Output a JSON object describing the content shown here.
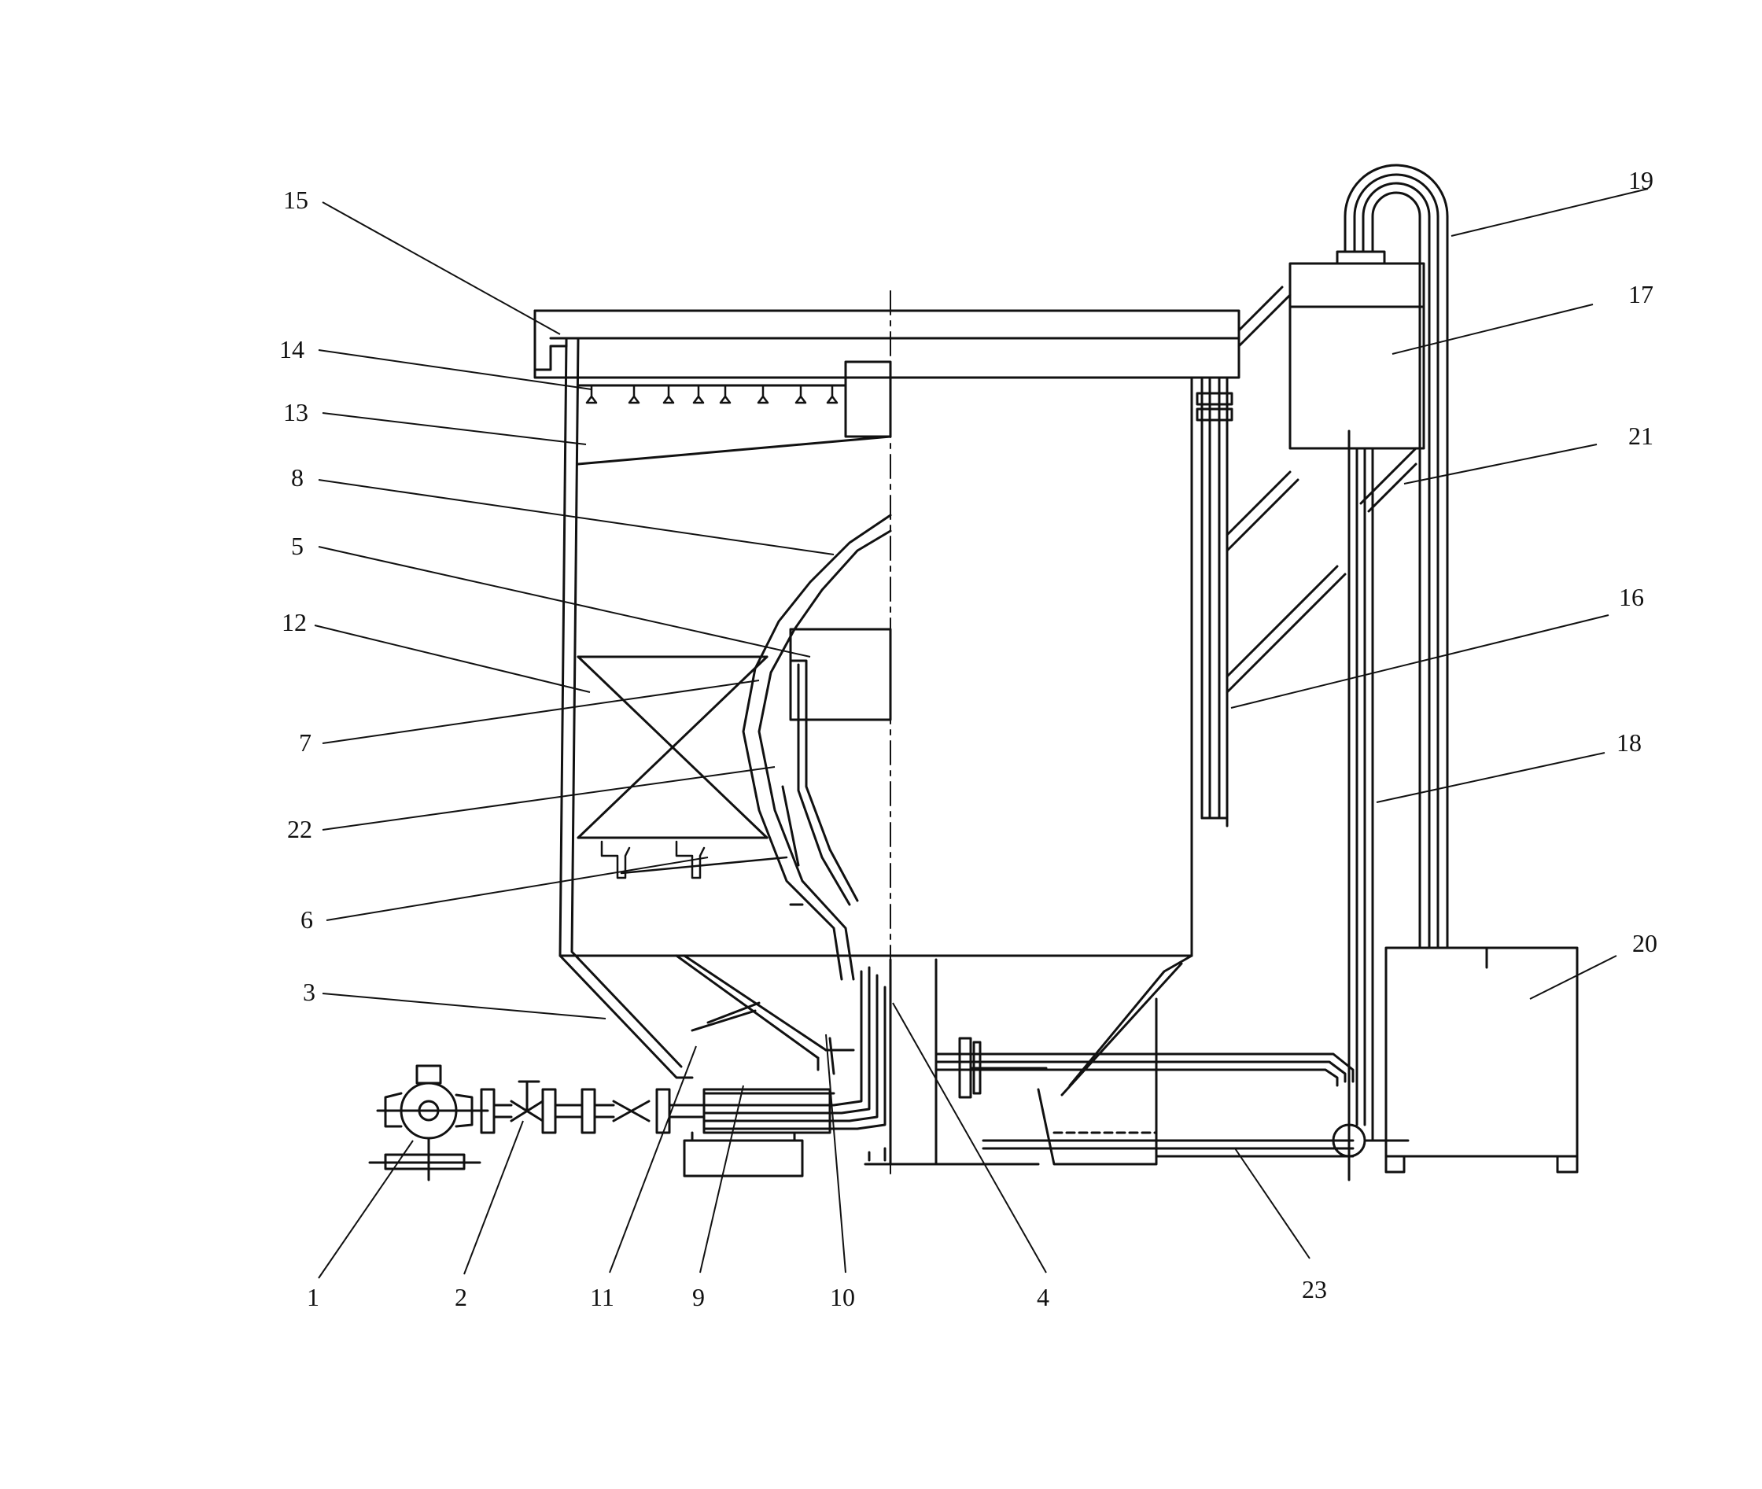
{
  "figure": {
    "labels": {
      "l1": "1",
      "l2": "2",
      "l3": "3",
      "l4": "4",
      "l5": "5",
      "l6": "6",
      "l7": "7",
      "l8": "8",
      "l9": "9",
      "l10": "10",
      "l11": "11",
      "l12": "12",
      "l13": "13",
      "l14": "14",
      "l15": "15",
      "l16": "16",
      "l17": "17",
      "l18": "18",
      "l19": "19",
      "l20": "20",
      "l21": "21",
      "l22": "22",
      "l23": "23"
    },
    "colors": {
      "line": "#111111",
      "background": "#ffffff"
    }
  }
}
